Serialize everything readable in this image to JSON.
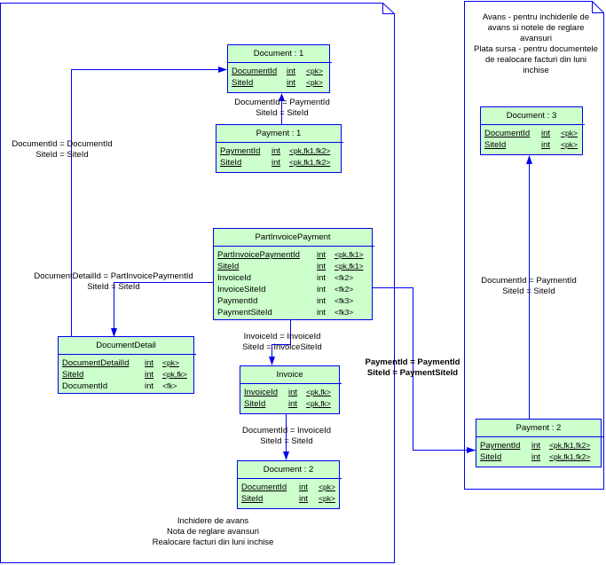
{
  "diagram": {
    "colors": {
      "entity_fill": "#ccffcc",
      "line": "#0000ee",
      "text": "#000000"
    },
    "entities": {
      "document1": {
        "title": "Document : 1",
        "columns": [
          {
            "name": "DocumentId",
            "type": "int",
            "key": "<pk>",
            "is_key": true
          },
          {
            "name": "SiteId",
            "type": "int",
            "key": "<pk>",
            "is_key": true
          }
        ]
      },
      "payment1": {
        "title": "Payment : 1",
        "columns": [
          {
            "name": "PaymentId",
            "type": "int",
            "key": "<pk,fk1,fk2>",
            "is_key": true
          },
          {
            "name": "SiteId",
            "type": "int",
            "key": "<pk,fk1,fk2>",
            "is_key": true
          }
        ]
      },
      "part_invoice_payment": {
        "title": "PartInvoicePayment",
        "columns": [
          {
            "name": "PartInvoicePaymentId",
            "type": "int",
            "key": "<pk,fk1>",
            "is_key": true
          },
          {
            "name": "SiteId",
            "type": "int",
            "key": "<pk,fk1>",
            "is_key": true
          },
          {
            "name": "InvoiceId",
            "type": "int",
            "key": "<fk2>",
            "is_key": false
          },
          {
            "name": "InvoiceSiteId",
            "type": "int",
            "key": "<fk2>",
            "is_key": false
          },
          {
            "name": "PaymentId",
            "type": "int",
            "key": "<fk3>",
            "is_key": false
          },
          {
            "name": "PaymentSiteId",
            "type": "int",
            "key": "<fk3>",
            "is_key": false
          }
        ]
      },
      "document_detail": {
        "title": "DocumentDetail",
        "columns": [
          {
            "name": "DocumentDetailId",
            "type": "int",
            "key": "<pk>",
            "is_key": true
          },
          {
            "name": "SiteId",
            "type": "int",
            "key": "<pk,fk>",
            "is_key": true
          },
          {
            "name": "DocumentId",
            "type": "int",
            "key": "<fk>",
            "is_key": false
          }
        ]
      },
      "invoice": {
        "title": "Invoice",
        "columns": [
          {
            "name": "InvoiceId",
            "type": "int",
            "key": "<pk,fk>",
            "is_key": true
          },
          {
            "name": "SiteId",
            "type": "int",
            "key": "<pk,fk>",
            "is_key": true
          }
        ]
      },
      "document2": {
        "title": "Document : 2",
        "columns": [
          {
            "name": "DocumentId",
            "type": "int",
            "key": "<pk>",
            "is_key": true
          },
          {
            "name": "SiteId",
            "type": "int",
            "key": "<pk>",
            "is_key": true
          }
        ]
      },
      "document3": {
        "title": "Document : 3",
        "columns": [
          {
            "name": "DocumentId",
            "type": "int",
            "key": "<pk>",
            "is_key": true
          },
          {
            "name": "SiteId",
            "type": "int",
            "key": "<pk>",
            "is_key": true
          }
        ]
      },
      "payment2": {
        "title": "Payment : 2",
        "columns": [
          {
            "name": "PaymentId",
            "type": "int",
            "key": "<pk,fk1,fk2>",
            "is_key": true
          },
          {
            "name": "SiteId",
            "type": "int",
            "key": "<pk,fk1,fk2>",
            "is_key": true
          }
        ]
      }
    },
    "relationships": {
      "payment1_document1": [
        "DocumentId = PaymentId",
        "SiteId = SiteId"
      ],
      "documentdetail_document1": [
        "DocumentId = DocumentId",
        "SiteId = SiteId"
      ],
      "pip_documentdetail": [
        "DocumentDetailId = PartInvoicePaymentId",
        "SiteId = SiteId"
      ],
      "pip_invoice": [
        "InvoiceId = InvoiceId",
        "SiteId = InvoiceSiteId"
      ],
      "invoice_document2": [
        "DocumentId = InvoiceId",
        "SiteId = SiteId"
      ],
      "pip_payment2": [
        "PaymentId = PaymentId",
        "SiteId = PaymentSiteId"
      ],
      "payment2_document3": [
        "DocumentId = PaymentId",
        "SiteId = SiteId"
      ]
    },
    "notes": {
      "left": [
        "Inchidere de avans",
        "Nota de reglare avansuri",
        "Realocare facturi din luni inchise"
      ],
      "right": [
        "Avans - pentru inchiderile de",
        "avans si notele de reglare",
        "avansuri",
        "Plata sursa - pentru documentele",
        "de realocare facturi din luni",
        "inchise"
      ]
    }
  }
}
